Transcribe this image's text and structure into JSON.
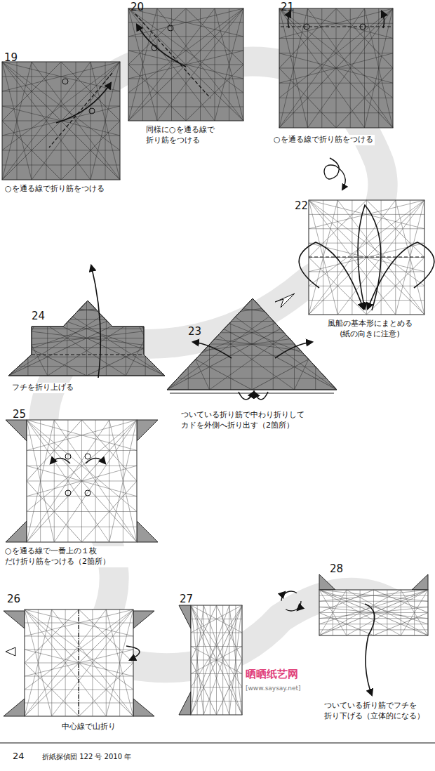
{
  "diagram": {
    "labels": [
      "19",
      "○を通る線で折り筋をつける",
      "20",
      "同様に○を通る線で 折り筋をつける",
      "21",
      "○を通る線で折り筋をつける",
      "22",
      "風船の基本形にまとめる (紙の向きに注意)",
      "23",
      "ついている折り筋で中わり折りして カドを外側へ折り出す（2箇所）",
      "24",
      "フチを折り上げる",
      "25",
      "○を通る線で一番上の１枚 だけ折り筋をつける（2箇所）",
      "26",
      "中心線で山折り",
      "27",
      "28",
      "ついている折り筋でフチを 折り下げる（立体的になる）",
      "晒晒纸艺网",
      "[www.saysay.net]",
      "24",
      "折紙探偵団 122 号 2010 年"
    ]
  }
}
